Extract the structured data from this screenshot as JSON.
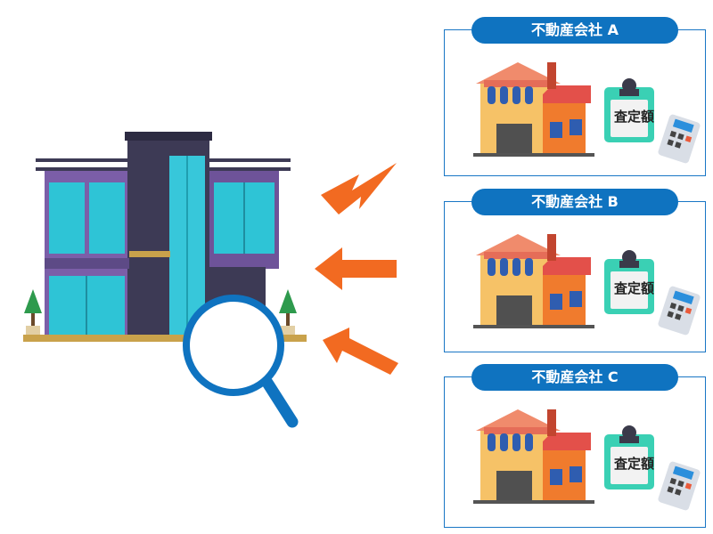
{
  "companies": [
    {
      "label": "不動産会社 A"
    },
    {
      "label": "不動産会社 B"
    },
    {
      "label": "不動産会社 C"
    }
  ],
  "appraisal_label": "査定額",
  "icons": {
    "target": "apartment-building-icon",
    "inspect": "magnifier-icon",
    "flow": "arrow-left-icon",
    "house": "house-icon",
    "document": "clipboard-icon",
    "calc": "calculator-icon"
  },
  "colors": {
    "blue": "#0f73c0",
    "orange_arrow": "#f26a21",
    "purple_building": "#7b5ea8",
    "glass": "#2ec4d6"
  }
}
